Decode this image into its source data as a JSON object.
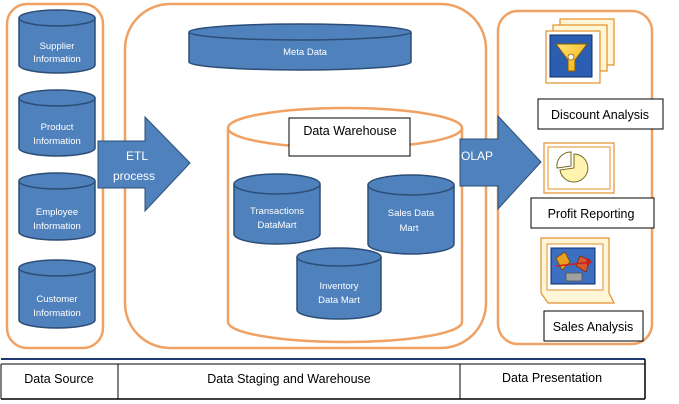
{
  "source": {
    "items": [
      {
        "line1": "Supplier",
        "line2": "Information"
      },
      {
        "line1": "Product",
        "line2": "Information"
      },
      {
        "line1": "Employee",
        "line2": "Information"
      },
      {
        "line1": "Customer",
        "line2": "Information"
      }
    ]
  },
  "etl": {
    "line1": "ETL",
    "line2": "process"
  },
  "staging": {
    "meta_data": "Meta Data",
    "warehouse_title": "Data Warehouse",
    "marts": [
      {
        "line1": "Transactions",
        "line2": "DataMart"
      },
      {
        "line1": "Sales Data",
        "line2": "Mart"
      },
      {
        "line1": "Inventory",
        "line2": "Data Mart"
      }
    ]
  },
  "olap": {
    "label": "OLAP"
  },
  "presentation": {
    "items": [
      {
        "label": "Discount Analysis",
        "icon": "funnel-info-icon"
      },
      {
        "label": "Profit Reporting",
        "icon": "pie-chart-icon"
      },
      {
        "label": "Sales Analysis",
        "icon": "globe-map-icon"
      }
    ]
  },
  "footer": {
    "col1": "Data Source",
    "col2": "Data Staging and Warehouse",
    "col3": "Data Presentation"
  },
  "colors": {
    "cylinder_fill": "#4f81bd",
    "cylinder_stroke": "#2c4d75",
    "container_stroke": "#f0a264",
    "arrow_fill": "#4f81bd"
  }
}
